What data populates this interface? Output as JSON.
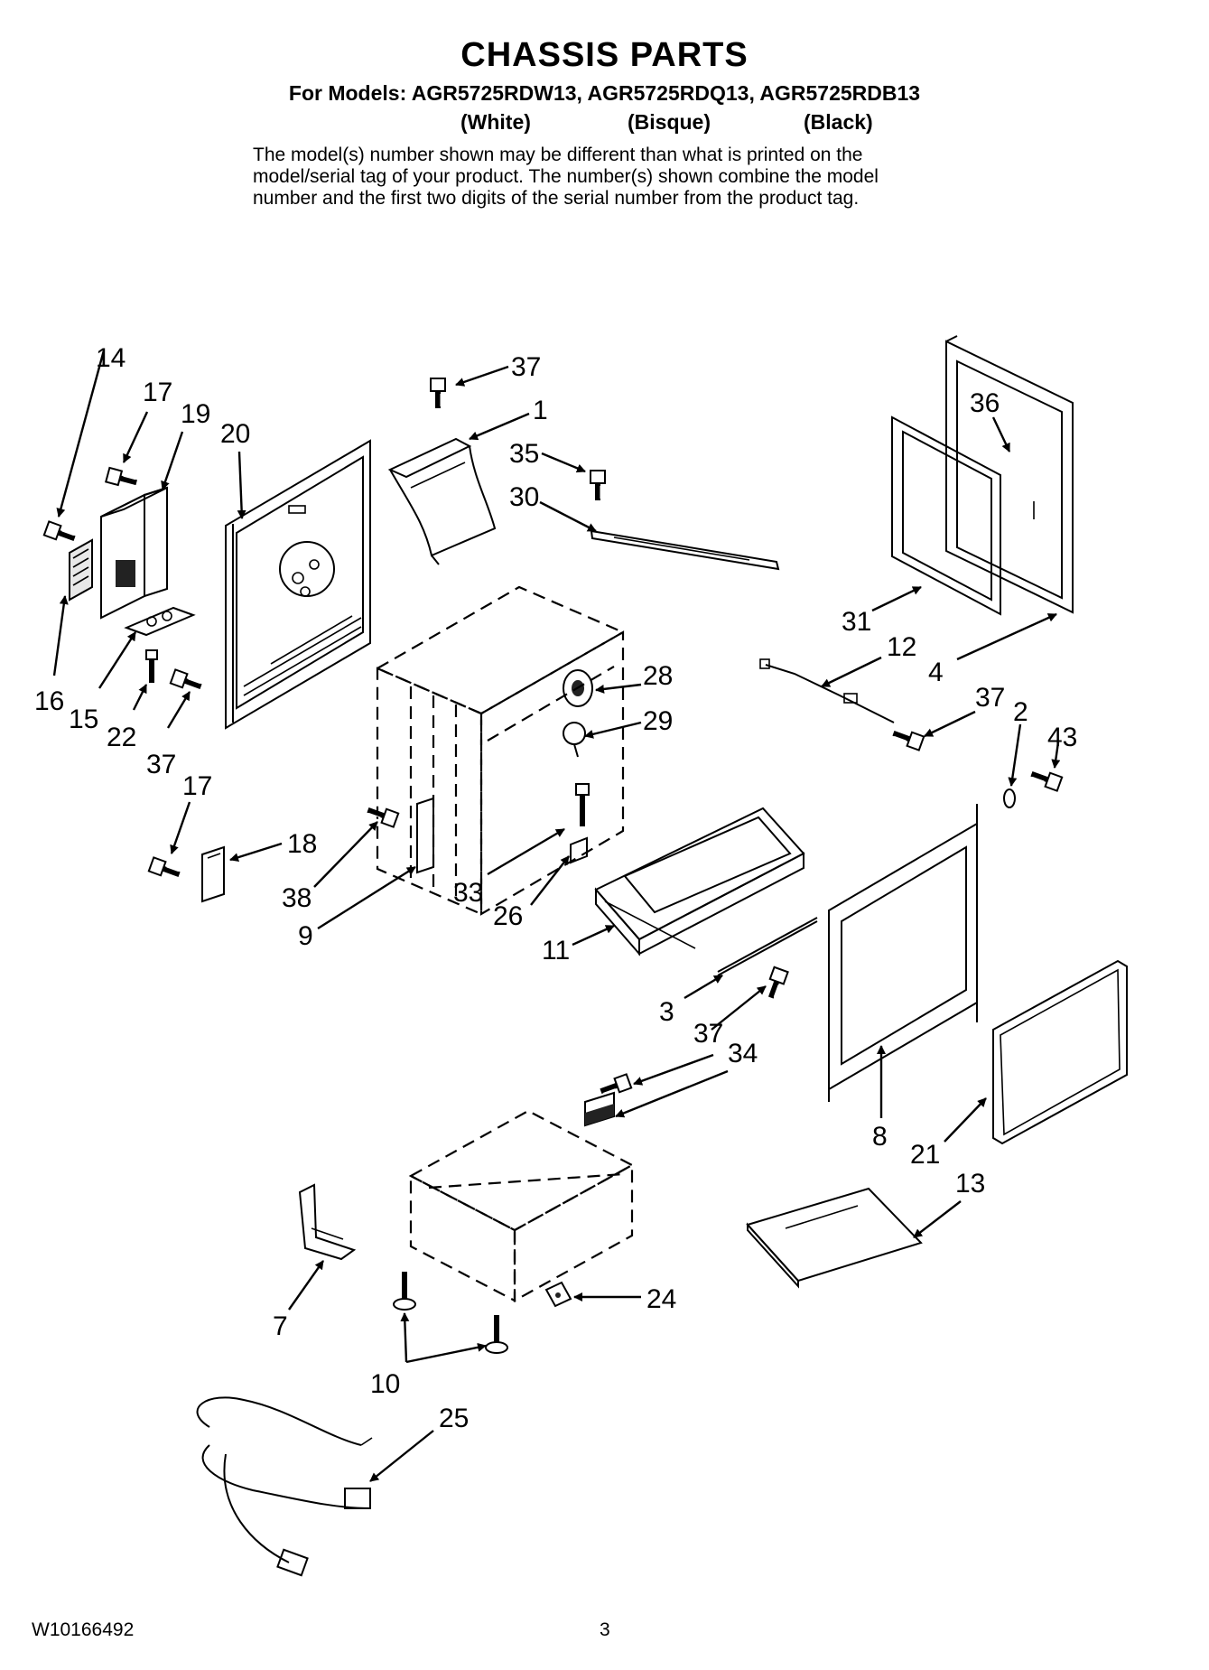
{
  "header": {
    "title": "CHASSIS PARTS",
    "models": "For Models: AGR5725RDW13, AGR5725RDQ13, AGR5725RDB13",
    "colors": [
      "(White)",
      "(Bisque)",
      "(Black)"
    ],
    "description": [
      "The model(s) number shown may be different than what is printed on the",
      "model/serial tag of your product. The number(s) shown combine the model",
      "number and the first two digits of the serial number from the product tag."
    ]
  },
  "callouts": {
    "c14": "14",
    "c17a": "17",
    "c19": "19",
    "c20": "20",
    "c16": "16",
    "c15": "15",
    "c22": "22",
    "c37a": "37",
    "c37b": "37",
    "c1": "1",
    "c35": "35",
    "c30": "30",
    "c36": "36",
    "c31": "31",
    "c12": "12",
    "c4": "4",
    "c28": "28",
    "c29": "29",
    "c37c": "37",
    "c2": "2",
    "c43": "43",
    "c17b": "17",
    "c18": "18",
    "c38": "38",
    "c9": "9",
    "c33": "33",
    "c26": "26",
    "c11": "11",
    "c3": "3",
    "c37d": "37",
    "c34": "34",
    "c8": "8",
    "c21": "21",
    "c13": "13",
    "c7": "7",
    "c24": "24",
    "c10": "10",
    "c25": "25"
  },
  "footer": {
    "doc_number": "W10166492",
    "page_number": "3"
  }
}
